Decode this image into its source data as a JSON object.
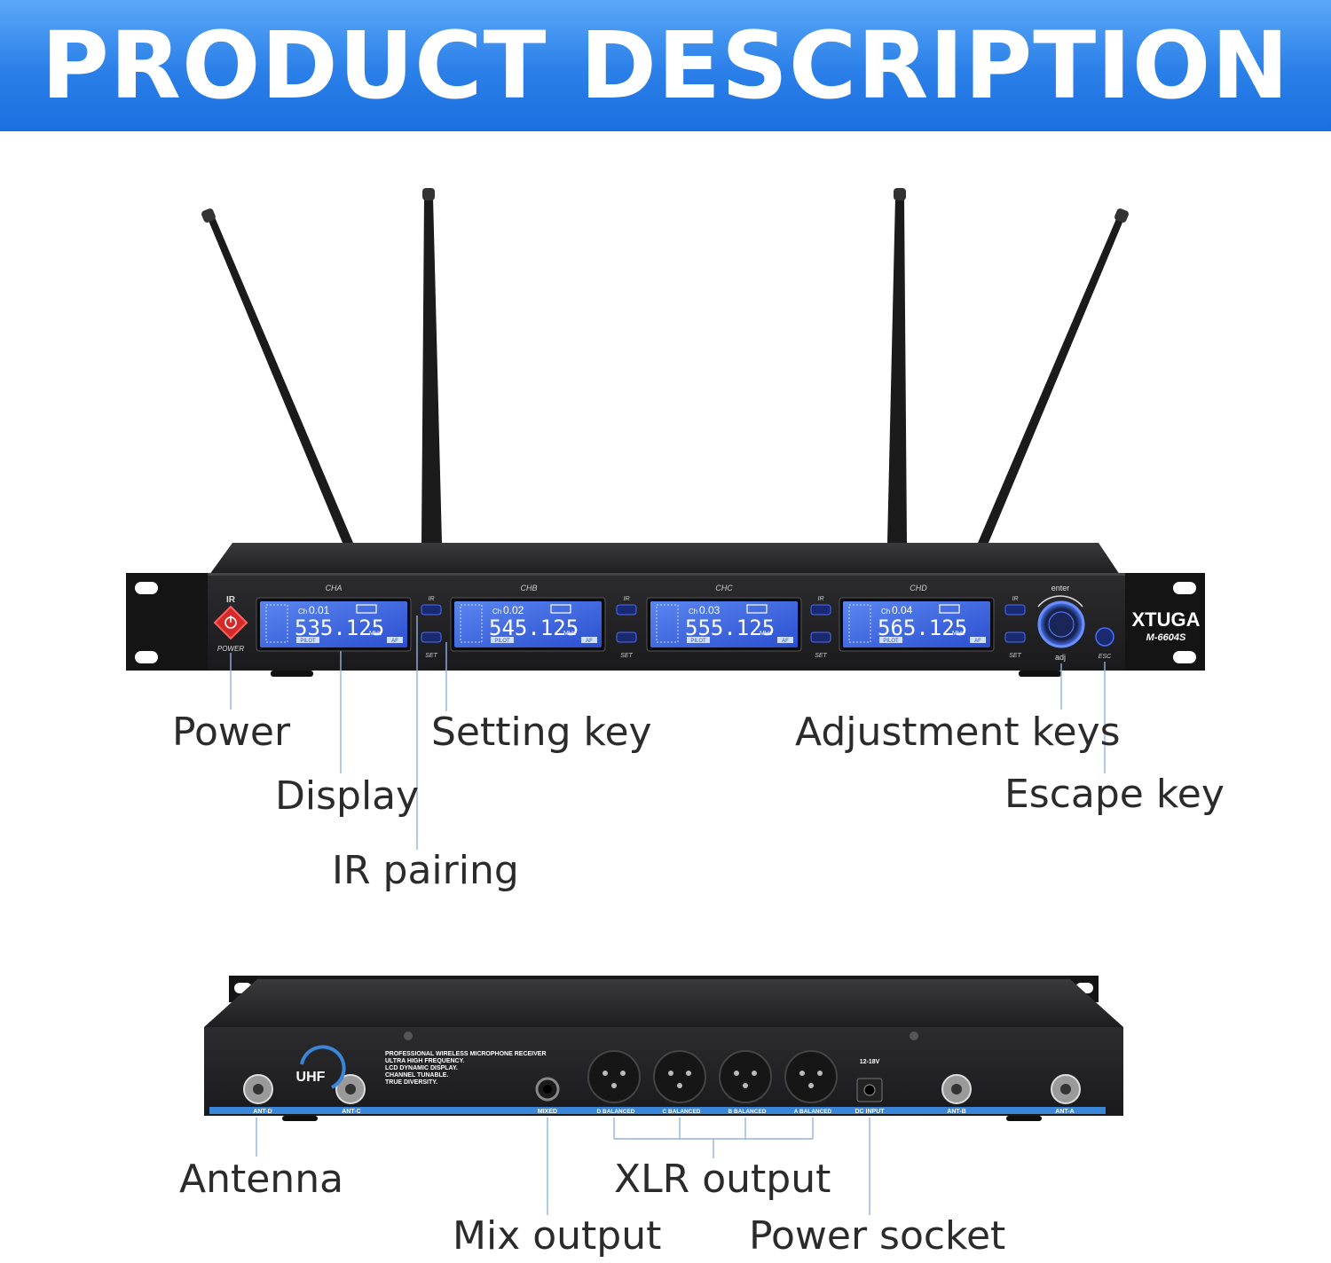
{
  "banner": {
    "title": "PRODUCT DESCRIPTION"
  },
  "front_panel": {
    "ir_label": "IR",
    "power_label": "POWER",
    "channels": [
      {
        "name": "CHA",
        "ch": "0.01",
        "freq": "535.125"
      },
      {
        "name": "CHB",
        "ch": "0.02",
        "freq": "545.125"
      },
      {
        "name": "CHC",
        "ch": "0.03",
        "freq": "555.125"
      },
      {
        "name": "CHD",
        "ch": "0.04",
        "freq": "565.125"
      }
    ],
    "ch_prefix": "Ch",
    "mhz": "MHz",
    "pilot": "PILOT",
    "af": "AF",
    "key_ir": "IR",
    "key_set": "SET",
    "enter_label": "enter",
    "adj_label": "adj",
    "esc_label": "ESC",
    "brand": "XTUGA",
    "model": "M-6604S"
  },
  "callouts_front": {
    "power": "Power",
    "display": "Display",
    "setting_key": "Setting key",
    "ir_pairing": "IR pairing",
    "adjustment_keys": "Adjustment keys",
    "escape_key": "Escape key"
  },
  "rear_panel": {
    "uhf": "UHF",
    "info_lines": [
      "PROFESSIONAL WIRELESS MICROPHONE RECEIVER",
      "ULTRA HIGH FREQUENCY.",
      "LCD DYNAMIC DISPLAY.",
      "CHANNEL TUNABLE.",
      "TRUE DIVERSITY."
    ],
    "ant_d": "ANT-D",
    "ant_c": "ANT-C",
    "ant_b": "ANT-B",
    "ant_a": "ANT-A",
    "mixed": "MIXED",
    "balanced": [
      "D BALANCED",
      "C BALANCED",
      "B BALANCED",
      "A BALANCED"
    ],
    "dc_input": "DC INPUT",
    "voltage": "12-18V"
  },
  "callouts_rear": {
    "antenna": "Antenna",
    "xlr_output": "XLR output",
    "mix_output": "Mix output",
    "power_socket": "Power socket"
  },
  "colors": {
    "banner": "#2a7fe8",
    "accent_blue": "#2f6fd8",
    "lcd": "#3a5fe0",
    "leader_line": "#8fb4e0",
    "chassis": "#1c1c1e"
  }
}
